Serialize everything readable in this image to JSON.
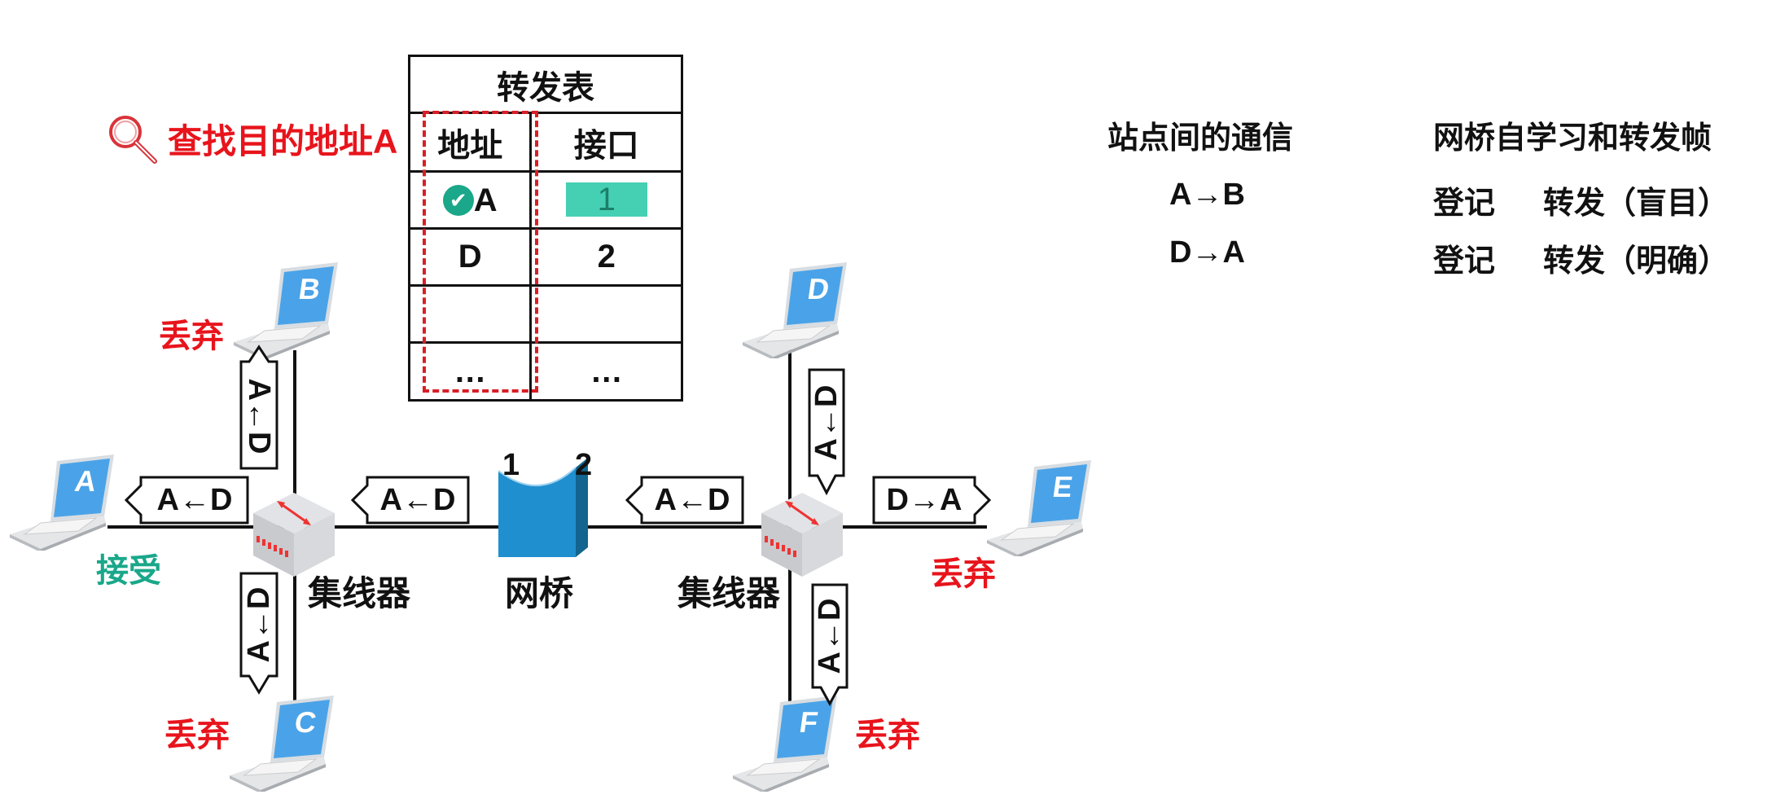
{
  "search": {
    "label": "查找目的地址A",
    "icon": "magnifier-icon"
  },
  "table": {
    "title": "转发表",
    "headers": [
      "地址",
      "接口"
    ],
    "rows": [
      {
        "address": "A",
        "port": "1",
        "matched": true
      },
      {
        "address": "D",
        "port": "2"
      },
      {
        "address": "",
        "port": ""
      },
      {
        "address": "…",
        "port": "…"
      }
    ]
  },
  "summary": {
    "col1_title": "站点间的通信",
    "col2_title": "网桥自学习和转发帧",
    "rows": [
      {
        "comm": "A→B",
        "learn": "登记",
        "forward": "转发（盲目）"
      },
      {
        "comm": "D→A",
        "learn": "登记",
        "forward": "转发（明确）"
      }
    ]
  },
  "hosts": {
    "A": "A",
    "B": "B",
    "C": "C",
    "D": "D",
    "E": "E",
    "F": "F"
  },
  "host_status": {
    "A": "接受",
    "B": "丢弃",
    "C": "丢弃",
    "E": "丢弃",
    "F": "丢弃"
  },
  "devices": {
    "hub_left": "集线器",
    "bridge": "网桥",
    "hub_right": "集线器",
    "bridge_port1": "1",
    "bridge_port2": "2"
  },
  "frames": {
    "left_to_A": "A←D",
    "hub_left_in": "A←D",
    "bridge_in": "A←D",
    "to_E": "D→A",
    "to_B": "A←D",
    "to_C": "A←D",
    "from_D": "A←D",
    "to_F": "A←D"
  },
  "colors": {
    "drop": "#e8141c",
    "accept": "#1aa78a",
    "highlight": "#45cfb3",
    "laptop_screen": "#4aa3e8",
    "bridge": "#1f8fcf"
  }
}
